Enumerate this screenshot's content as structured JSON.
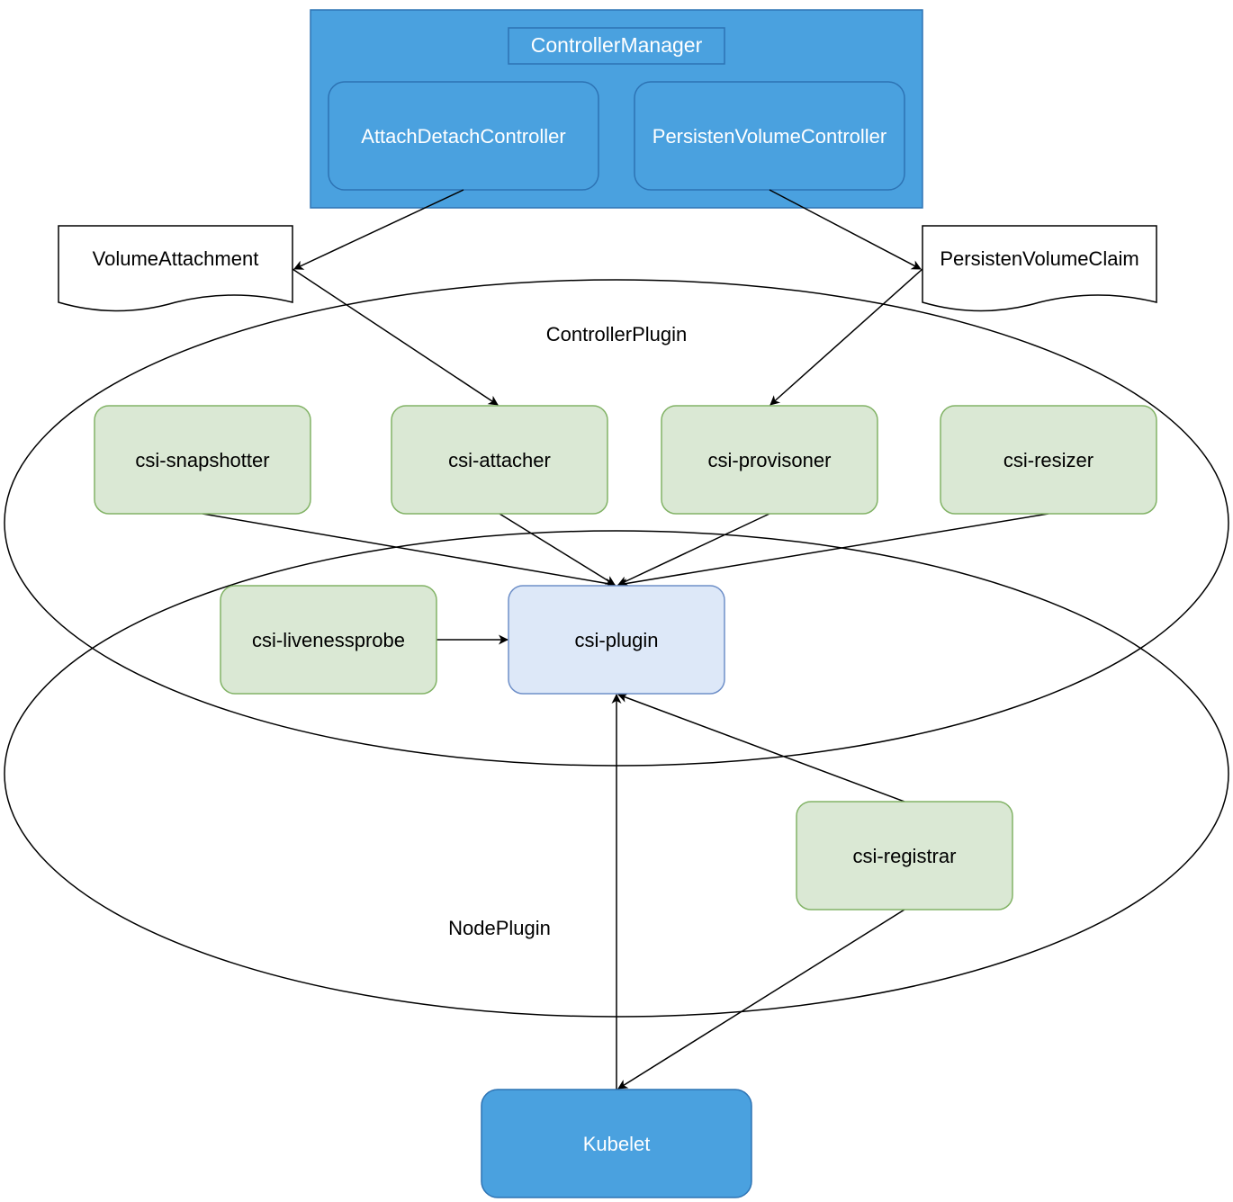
{
  "controller_manager": {
    "title": "ControllerManager",
    "attach_detach": "AttachDetachController",
    "persistent_volume": "PersistenVolumeController"
  },
  "documents": {
    "volume_attachment": "VolumeAttachment",
    "persistent_volume_claim": "PersistenVolumeClaim"
  },
  "regions": {
    "controller_plugin": "ControllerPlugin",
    "node_plugin": "NodePlugin"
  },
  "sidecars": {
    "snapshotter": "csi-snapshotter",
    "attacher": "csi-attacher",
    "provisioner": "csi-provisoner",
    "resizer": "csi-resizer",
    "livenessprobe": "csi-livenessprobe",
    "registrar": "csi-registrar"
  },
  "plugin": "csi-plugin",
  "kubelet": "Kubelet",
  "colors": {
    "blue_fill": "#4aa1df",
    "blue_stroke": "#2d73b4",
    "green_fill": "#dae8d4",
    "green_stroke": "#82b366",
    "plugin_fill": "#dde8f8",
    "plugin_stroke": "#6e8fc8"
  }
}
